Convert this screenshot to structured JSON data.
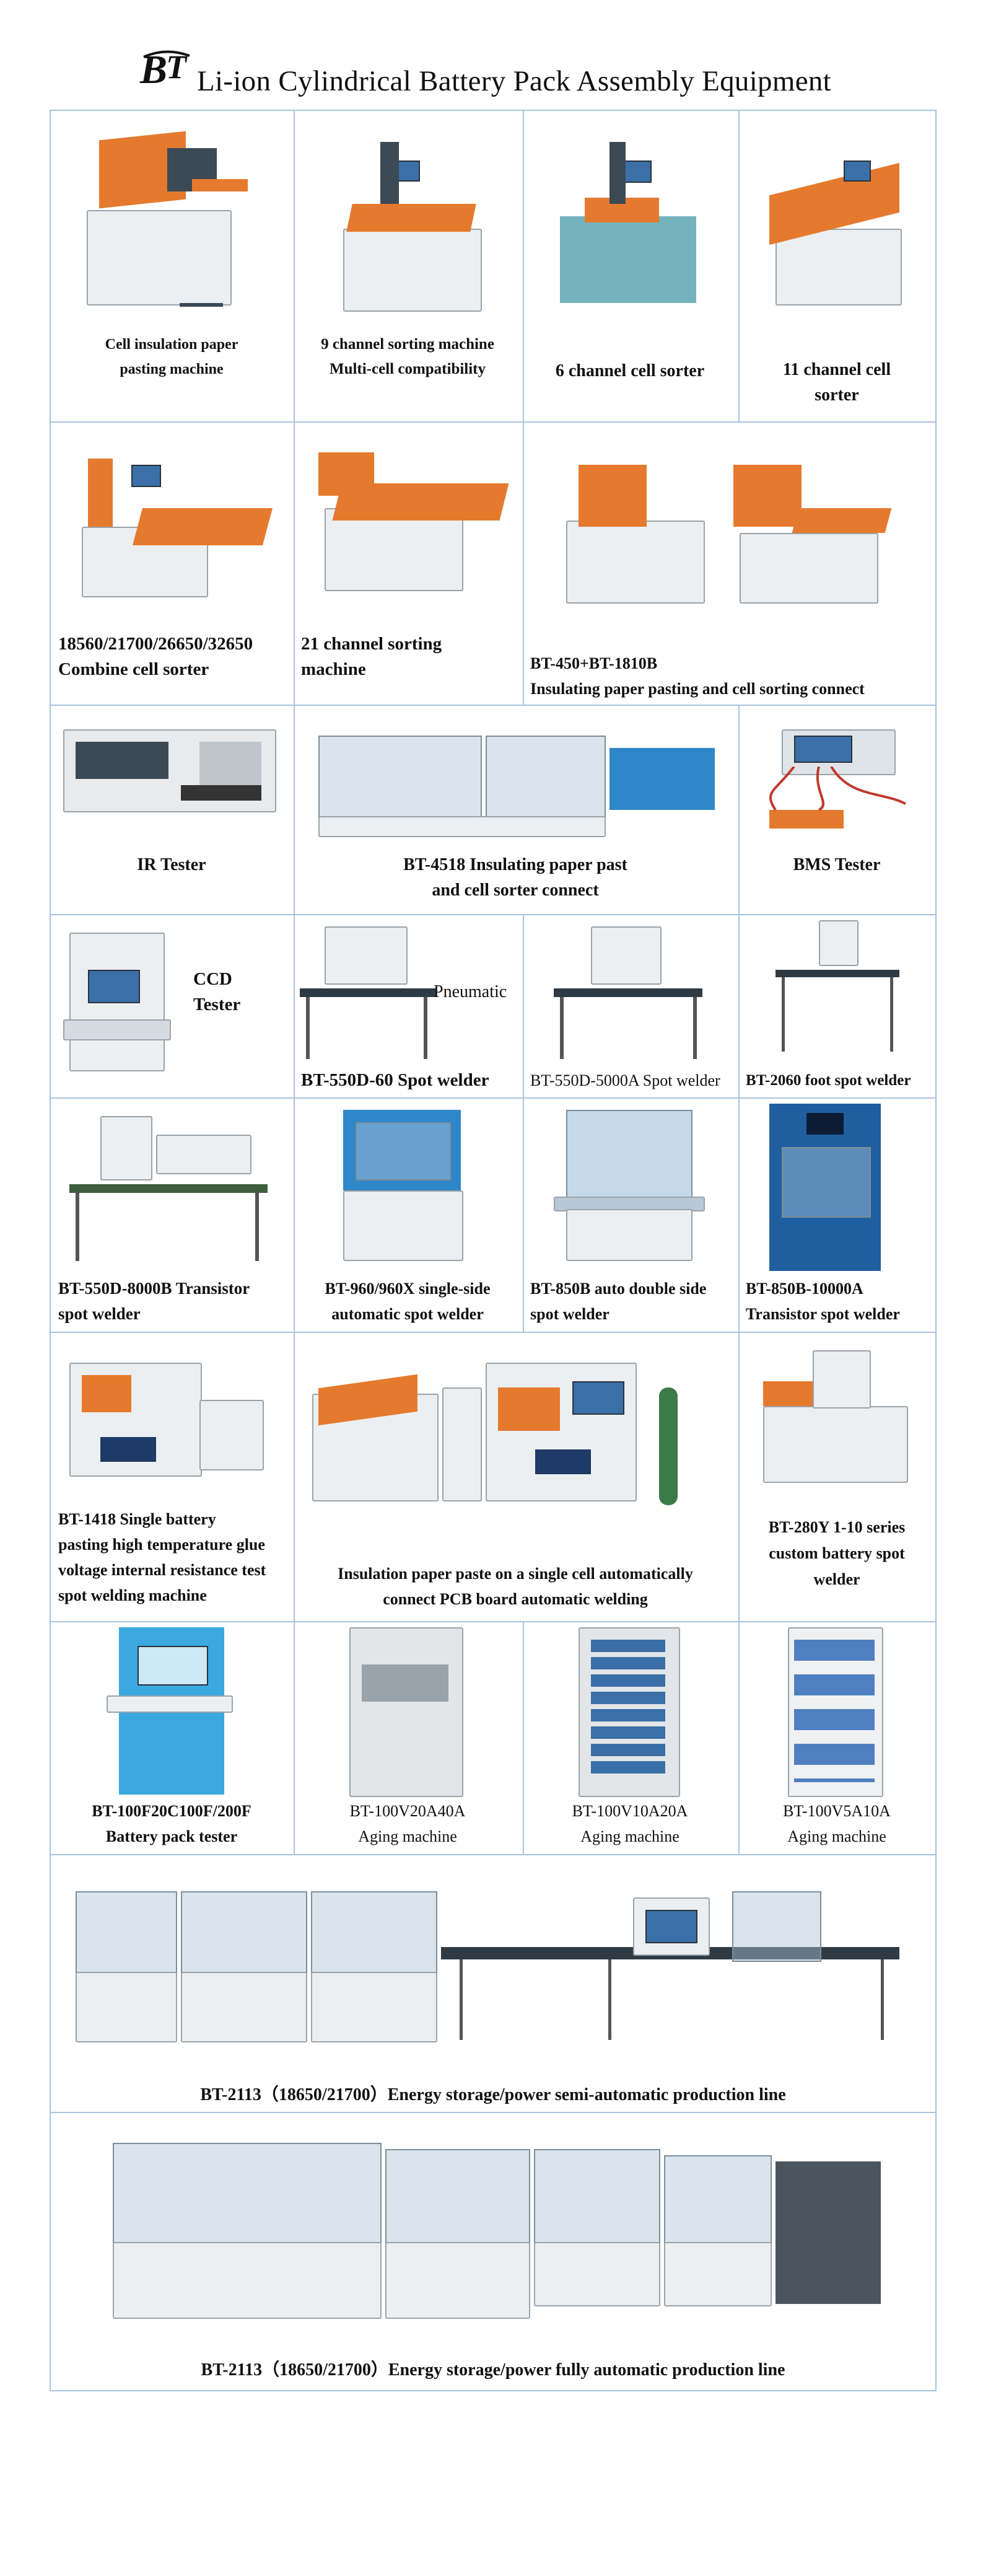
{
  "header": {
    "logo_text": "BT",
    "title": "Li-ion Cylindrical Battery Pack Assembly Equipment"
  },
  "items": [
    {
      "lines": [
        "Cell insulation paper",
        "pasting machine"
      ]
    },
    {
      "lines": [
        "9 channel sorting machine",
        "Multi-cell compatibility"
      ]
    },
    {
      "lines": [
        "6 channel cell sorter"
      ]
    },
    {
      "lines": [
        "11 channel cell",
        "sorter"
      ]
    },
    {
      "lines": [
        "18560/21700/26650/32650",
        "Combine cell sorter"
      ]
    },
    {
      "lines": [
        "21 channel sorting",
        "machine"
      ]
    },
    {
      "lines": [
        "BT-450+BT-1810B",
        "Insulating paper pasting and cell sorting connect"
      ]
    },
    {
      "lines": [
        "IR Tester"
      ]
    },
    {
      "lines": [
        "BT-4518 Insulating paper past",
        "and cell sorter connect"
      ]
    },
    {
      "lines": [
        "BMS Tester"
      ]
    },
    {
      "lines": [
        "CCD",
        "Tester"
      ]
    },
    {
      "lines": [
        "BT-550D-60 Spot welder"
      ],
      "side_label": "Pneumatic"
    },
    {
      "lines": [
        "BT-550D-5000A Spot welder"
      ]
    },
    {
      "lines": [
        "BT-2060 foot spot welder"
      ]
    },
    {
      "lines": [
        "BT-550D-8000B Transistor",
        "spot welder"
      ]
    },
    {
      "lines": [
        "BT-960/960X single-side",
        "automatic spot welder"
      ]
    },
    {
      "lines": [
        "BT-850B auto double side",
        "spot welder"
      ]
    },
    {
      "lines": [
        "BT-850B-10000A",
        "Transistor spot welder"
      ]
    },
    {
      "lines": [
        "BT-1418 Single battery",
        "pasting high temperature glue",
        "voltage internal resistance test",
        "spot welding machine"
      ]
    },
    {
      "lines": [
        "Insulation paper paste on a single cell automatically",
        "connect PCB board automatic welding"
      ]
    },
    {
      "lines": [
        "BT-280Y 1-10 series",
        "custom battery spot",
        "welder"
      ]
    },
    {
      "lines": [
        "BT-100F20C100F/200F",
        "Battery pack tester"
      ]
    },
    {
      "lines": [
        "BT-100V20A40A",
        "Aging machine"
      ]
    },
    {
      "lines": [
        "BT-100V10A20A",
        "Aging machine"
      ]
    },
    {
      "lines": [
        "BT-100V5A10A",
        "Aging machine"
      ]
    },
    {
      "lines": [
        "BT-2113（18650/21700）Energy storage/power semi-automatic production line"
      ]
    },
    {
      "lines": [
        "BT-2113（18650/21700）Energy storage/power fully automatic production line"
      ]
    }
  ],
  "colors": {
    "grid_border": "#a9c4de",
    "machine_orange": "#e57a2e",
    "machine_blue": "#2f86c9",
    "machine_white": "#eceff1"
  }
}
